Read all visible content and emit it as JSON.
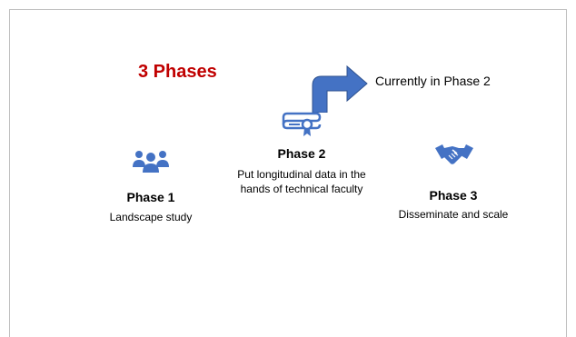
{
  "title": "3 Phases",
  "status": "Currently in Phase 2",
  "accent_colors": {
    "title": "#c00000",
    "icon": "#4472c4"
  },
  "phases": [
    {
      "name": "Phase 1",
      "description": "Landscape study",
      "icon": "people-group-icon"
    },
    {
      "name": "Phase 2",
      "description": "Put longitudinal data in the hands of technical faculty",
      "icon": "diploma-scroll-icon"
    },
    {
      "name": "Phase 3",
      "description": "Disseminate and scale",
      "icon": "handshake-icon"
    }
  ]
}
